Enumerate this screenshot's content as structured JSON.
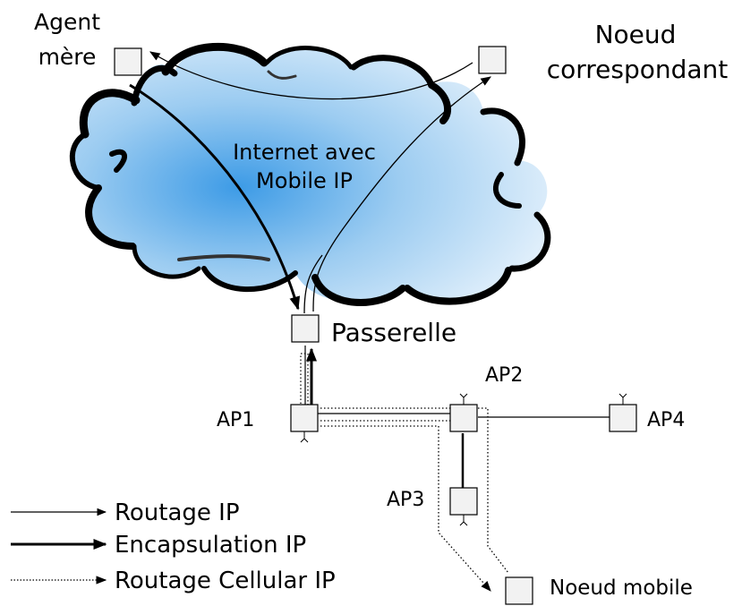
{
  "labels": {
    "home_agent_line1": "Agent",
    "home_agent_line2": "mère",
    "correspondent_line1": "Noeud",
    "correspondent_line2": "correspondant",
    "internet_line1": "Internet avec",
    "internet_line2": "Mobile IP",
    "gateway": "Passerelle",
    "ap1": "AP1",
    "ap2": "AP2",
    "ap3": "AP3",
    "ap4": "AP4",
    "mobile_node": "Noeud mobile"
  },
  "legend": {
    "ip_routing": "Routage IP",
    "ip_encapsulation": "Encapsulation IP",
    "cellular_ip_routing": "Routage Cellular IP"
  },
  "colors": {
    "cloud_center": "#3d9be6",
    "cloud_edge": "#e9f4fd",
    "node_fill": "#f2f2f2",
    "stroke": "#000000"
  }
}
